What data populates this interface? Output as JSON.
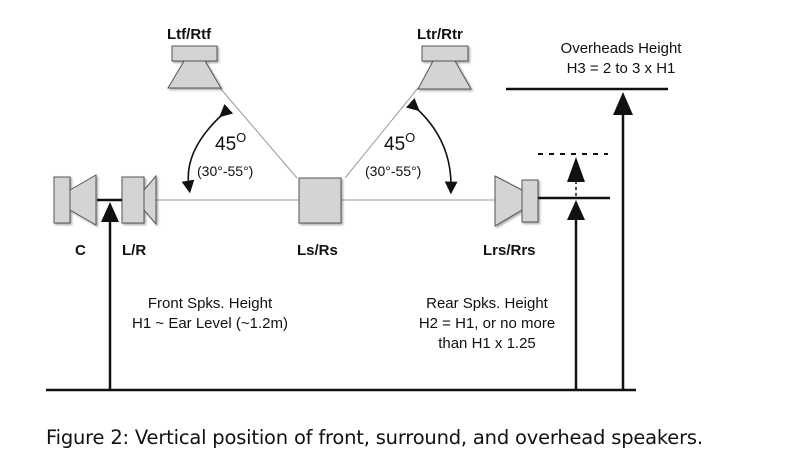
{
  "labels": {
    "center": "C",
    "front_lr": "L/R",
    "surround": "Ls/Rs",
    "rear_surround": "Lrs/Rrs",
    "top_front": "Ltf/Rtf",
    "top_rear": "Ltr/Rtr"
  },
  "angles": {
    "front": {
      "main": "45",
      "range": "(30°-55°)",
      "degree_symbol": "O"
    },
    "rear": {
      "main": "45",
      "range": "(30°-55°)",
      "degree_symbol": "O"
    }
  },
  "notes": {
    "overheads": {
      "line1": "Overheads Height",
      "line2": "H3 = 2 to 3 x H1"
    },
    "front": {
      "line1": "Front Spks. Height",
      "line2": "H1 ~ Ear Level (~1.2m)"
    },
    "rear": {
      "line1": "Rear Spks. Height",
      "line2": "H2 = H1, or no more",
      "line3": "than H1 x 1.25"
    }
  },
  "caption": "Figure 2: Vertical position of front, surround, and overhead speakers.",
  "colors": {
    "speaker_fill": "#d4d4d4",
    "line": "#111111",
    "thin_line": "#9a9a9a"
  }
}
